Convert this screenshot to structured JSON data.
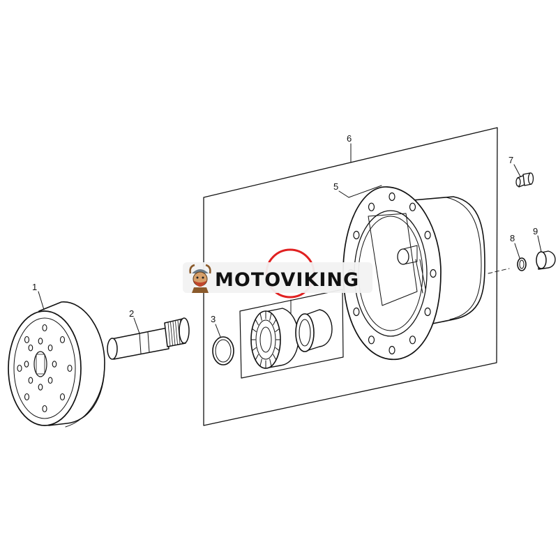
{
  "watermark": {
    "text": "MOTOVIKING",
    "text_color": "#111111",
    "ring_color": "#e02020",
    "badge_color": "#f2f2f2"
  },
  "callouts": [
    {
      "id": "1",
      "label": "1"
    },
    {
      "id": "2",
      "label": "2"
    },
    {
      "id": "3",
      "label": "3"
    },
    {
      "id": "5",
      "label": "5"
    },
    {
      "id": "6",
      "label": "6"
    },
    {
      "id": "7",
      "label": "7"
    },
    {
      "id": "8",
      "label": "8"
    },
    {
      "id": "9",
      "label": "9"
    }
  ],
  "colors": {
    "line": "#111111",
    "background": "#ffffff"
  }
}
